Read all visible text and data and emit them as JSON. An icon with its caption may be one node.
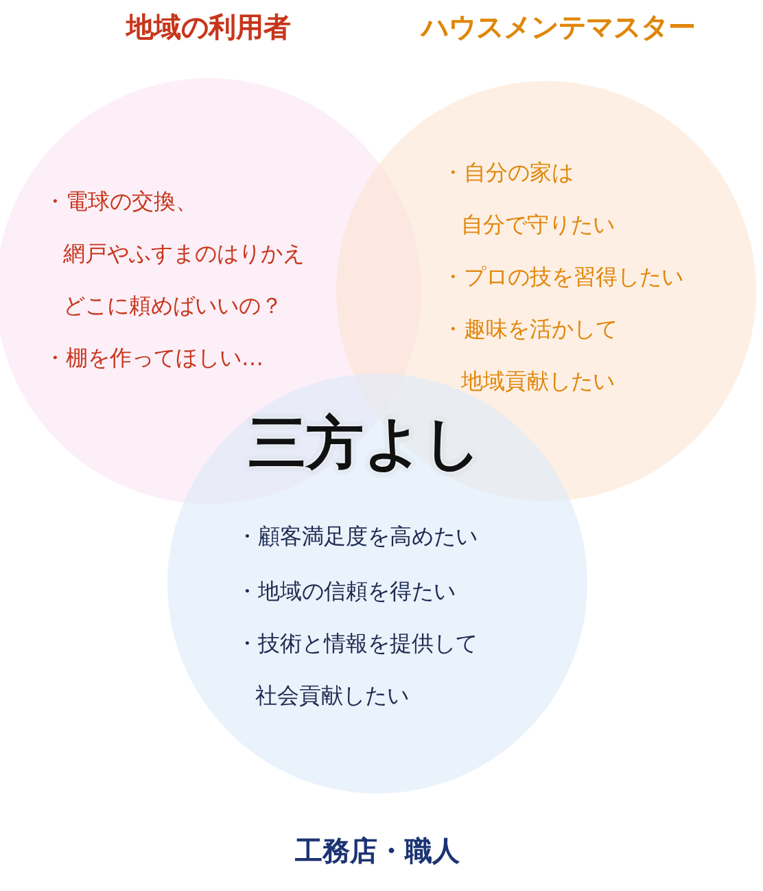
{
  "diagram": {
    "nodes": [
      {
        "text": [
          "地域の利用者",
          "・電球の交換、網戸やふすまのはりかえどこに頼めばいいの？",
          "・棚を作ってほしい…"
        ]
      },
      {
        "text": [
          "ハウスメンテマスター",
          "・自分の家は自分で守りたい",
          "・プロの技を習得したい",
          "・趣味を活かして地域貢献したい"
        ]
      },
      {
        "text": [
          "・顧客満足度を高めたい",
          "・地域の信頼を得たい",
          "・技術と情報を提供して社会貢献したい",
          "工務店・職人"
        ]
      }
    ],
    "labels": [
      "三方よし"
    ]
  }
}
